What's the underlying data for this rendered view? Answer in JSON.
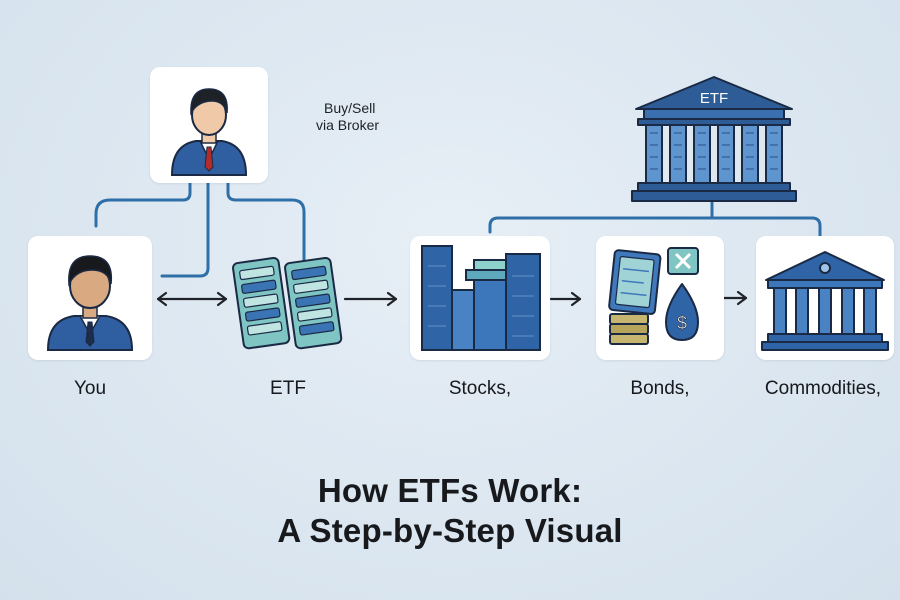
{
  "broker_note": {
    "line1": "Buy/Sell",
    "line2": "via Broker"
  },
  "fund_badge": "ETF",
  "nodes": {
    "you": "You",
    "etf": "ETF",
    "stocks": "Stocks,",
    "bonds": "Bonds,",
    "commodities": "Commodities,"
  },
  "bond_symbol": "$",
  "title": {
    "line1": "How ETFs Work:",
    "line2": "A Step-by-Step Visual"
  },
  "colors": {
    "accent": "#2f6fa8",
    "navy": "#25538a",
    "teal": "#7fc5c4",
    "background": "#dde8f1"
  }
}
